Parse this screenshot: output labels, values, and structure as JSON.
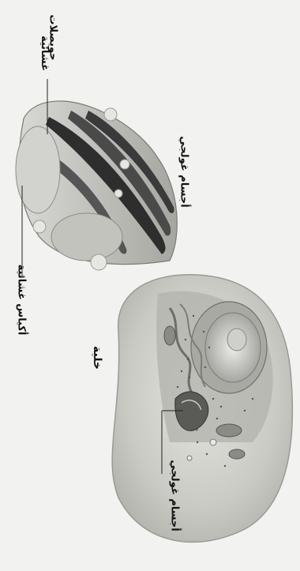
{
  "labels": {
    "vesicles_line1": "حويصلات",
    "vesicles_line2": "غشائية",
    "golgi_top": "أجسام غولجي",
    "membrane_sacs": "أكياس غشائية",
    "cell": "خلية",
    "golgi_bottom": "أجسام غولجي"
  },
  "colors": {
    "background": "#f2f2f0",
    "cell_fill": "#c9c9c4",
    "golgi_dark": "#3a3a3a",
    "golgi_light": "#bdbdb8"
  }
}
